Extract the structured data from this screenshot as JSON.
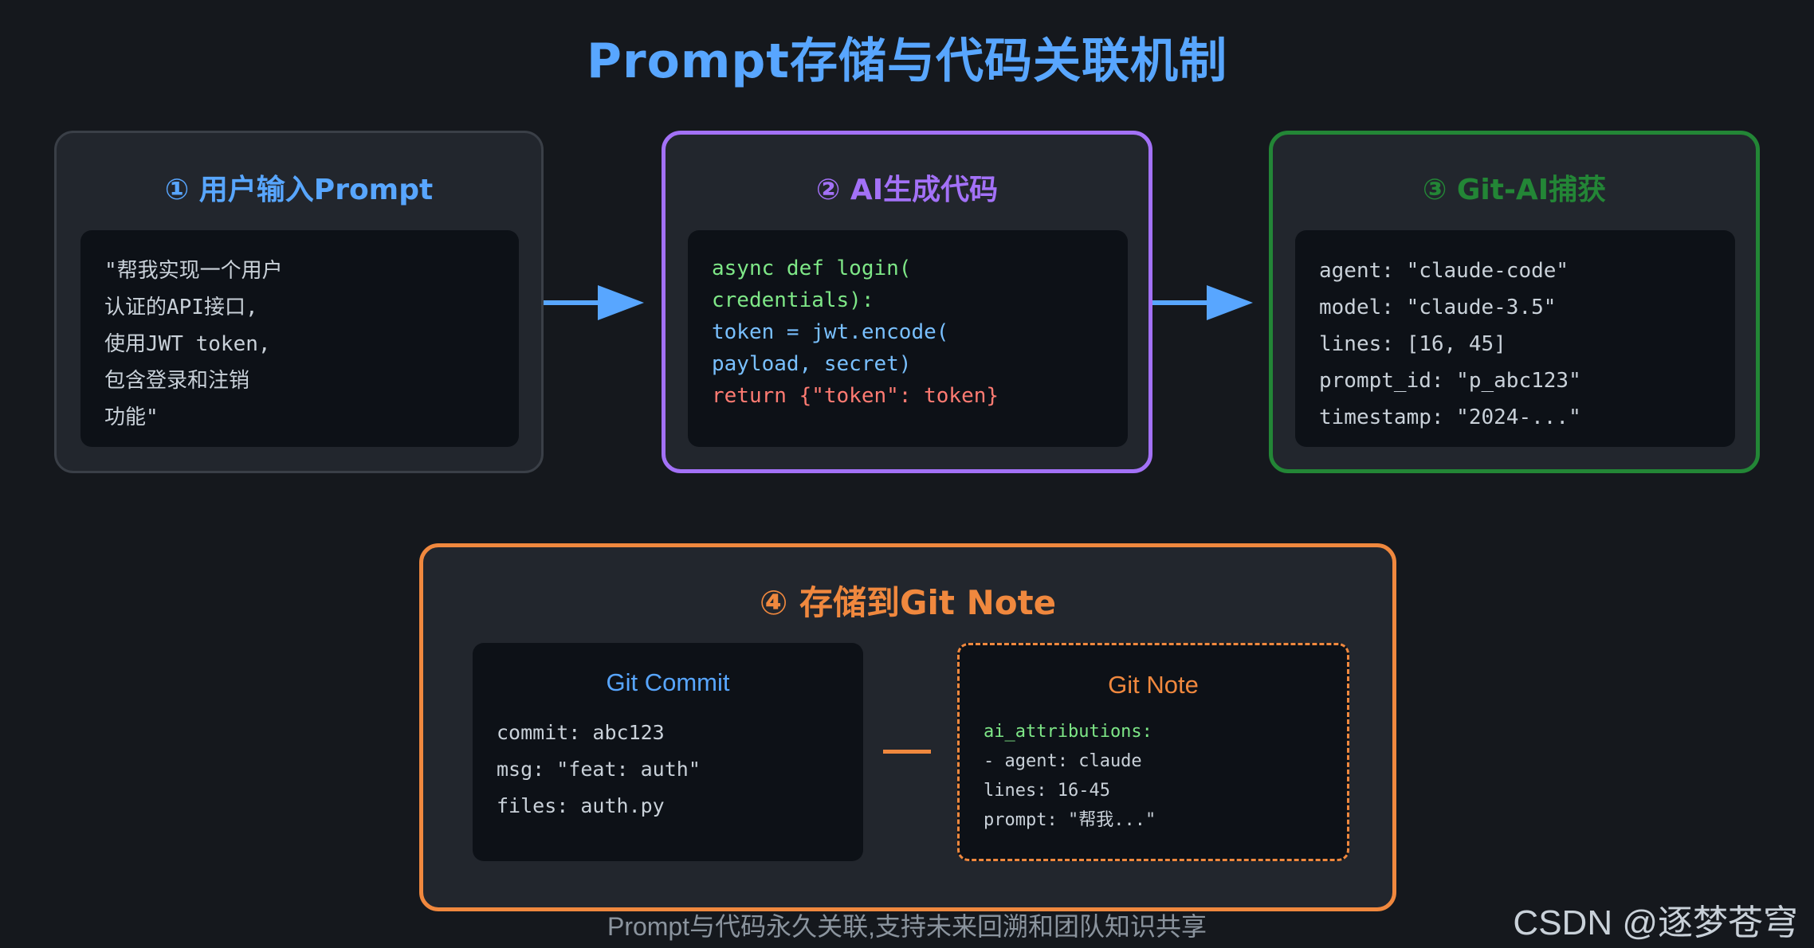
{
  "title": "Prompt存储与代码关联机制",
  "colors": {
    "background": "#15181d",
    "blue": "#58a6ff",
    "purple": "#a371f7",
    "green": "#238636",
    "orange": "#f0883e",
    "code_green": "#7ee787",
    "code_blue": "#79c0ff",
    "code_red": "#ff7b72"
  },
  "steps": [
    {
      "title": "① 用户输入Prompt",
      "lines": [
        "\"帮我实现一个用户",
        "认证的API接口,",
        "使用JWT token,",
        "包含登录和注销",
        "功能\""
      ]
    },
    {
      "title": "② AI生成代码",
      "lines": [
        "async def login(",
        "credentials):",
        "token = jwt.encode(",
        "payload, secret)",
        "return {\"token\": token}"
      ]
    },
    {
      "title": "③ Git-AI捕获",
      "lines": [
        "agent: \"claude-code\"",
        "model: \"claude-3.5\"",
        "lines: [16, 45]",
        "prompt_id: \"p_abc123\"",
        "timestamp: \"2024-...\""
      ]
    },
    {
      "title": "④ 存储到Git Note",
      "commit": {
        "title": "Git Commit",
        "lines": [
          "commit: abc123",
          "msg: \"feat: auth\"",
          "files: auth.py"
        ]
      },
      "note": {
        "title": "Git Note",
        "lines": [
          "ai_attributions:",
          "- agent: claude",
          "lines: 16-45",
          "prompt: \"帮我...\""
        ]
      }
    }
  ],
  "footer": "Prompt与代码永久关联,支持未来回溯和团队知识共享",
  "watermark": "CSDN @逐梦苍穹"
}
